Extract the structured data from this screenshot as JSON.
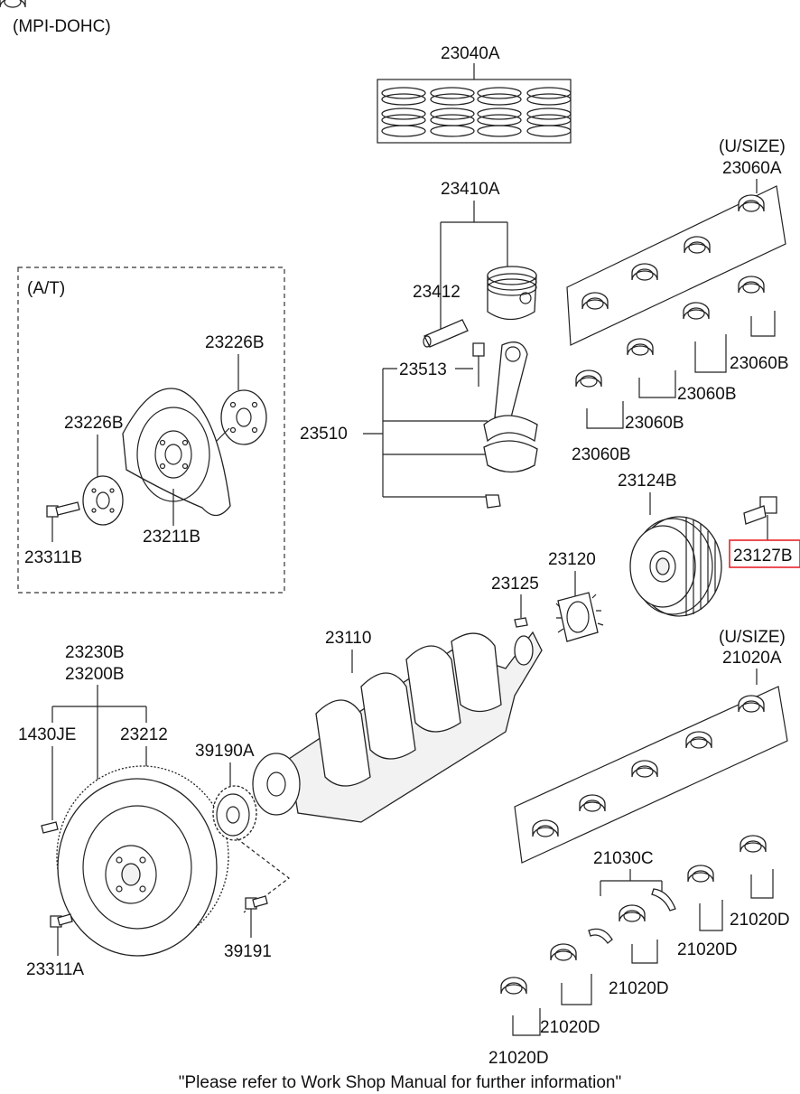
{
  "header": {
    "title": "(MPI-DOHC)"
  },
  "groups": {
    "at_box": "(A/T)",
    "usize_upper": "(U/SIZE)",
    "usize_lower": "(U/SIZE)"
  },
  "parts": {
    "p23040A": "23040A",
    "p23410A": "23410A",
    "p23412": "23412",
    "p23513": "23513",
    "p23510": "23510",
    "p23060A": "23060A",
    "p23060B_1": "23060B",
    "p23060B_2": "23060B",
    "p23060B_3": "23060B",
    "p23060B_4": "23060B",
    "p23124B": "23124B",
    "p23127B": "23127B",
    "p23226B_1": "23226B",
    "p23226B_2": "23226B",
    "p23211B": "23211B",
    "p23311B": "23311B",
    "p23120": "23120",
    "p23125": "23125",
    "p23110": "23110",
    "p21020A": "21020A",
    "p23230B": "23230B",
    "p23200B": "23200B",
    "p1430JE": "1430JE",
    "p23212": "23212",
    "p39190A": "39190A",
    "p39191": "39191",
    "p23311A": "23311A",
    "p21030C": "21030C",
    "p21020D_1": "21020D",
    "p21020D_2": "21020D",
    "p21020D_3": "21020D",
    "p21020D_4": "21020D",
    "p21020D_5": "21020D"
  },
  "highlight_color": "#e8242b",
  "footer": {
    "note": "\"Please refer to Work Shop Manual for further information\""
  }
}
